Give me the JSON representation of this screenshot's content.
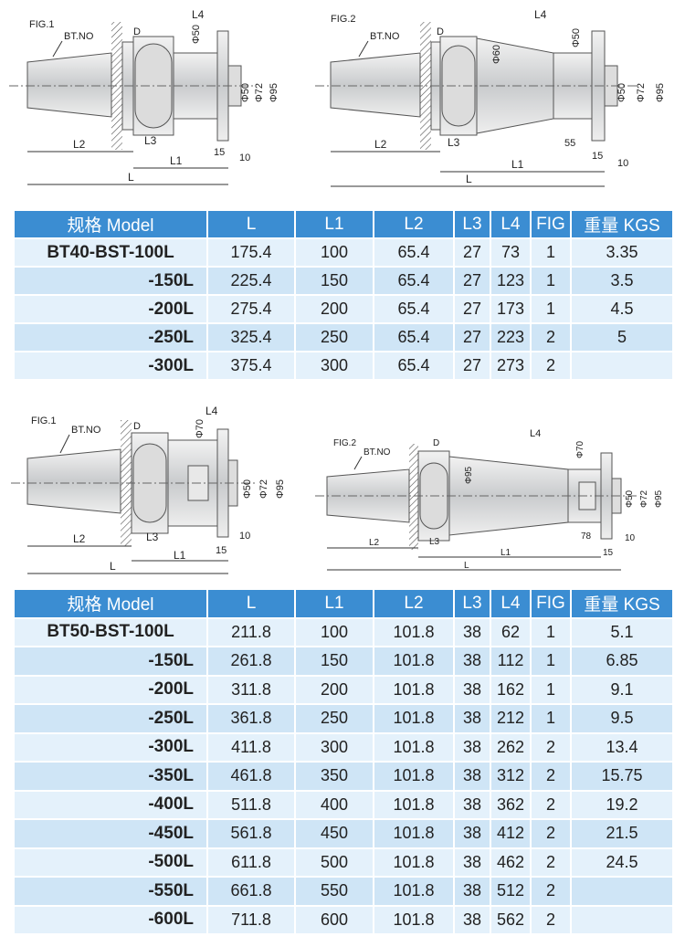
{
  "bt40": {
    "fig1": {
      "fig": "FIG.1",
      "btno": "BT.NO",
      "d": "D",
      "l4": "L4",
      "phi_top": "Φ50",
      "phi_a": "Φ50",
      "phi_b": "Φ72",
      "phi_c": "Φ95",
      "l2": "L2",
      "l3": "L3",
      "l1": "L1",
      "l": "L",
      "d15": "15",
      "d10": "10"
    },
    "fig2": {
      "fig": "FIG.2",
      "btno": "BT.NO",
      "d": "D",
      "l4": "L4",
      "phi_cone": "Φ60",
      "phi_top": "Φ50",
      "phi_a": "Φ50",
      "phi_b": "Φ72",
      "phi_c": "Φ95",
      "l2": "L2",
      "l3": "L3",
      "d55": "55",
      "l1": "L1",
      "l": "L",
      "d15": "15",
      "d10": "10"
    },
    "table": {
      "headers": [
        "规格 Model",
        "L",
        "L1",
        "L2",
        "L3",
        "L4",
        "FIG",
        "重量 KGS"
      ],
      "rows": [
        [
          "BT40-BST-100L",
          "175.4",
          "100",
          "65.4",
          "27",
          "73",
          "1",
          "3.35"
        ],
        [
          "-150L",
          "225.4",
          "150",
          "65.4",
          "27",
          "123",
          "1",
          "3.5"
        ],
        [
          "-200L",
          "275.4",
          "200",
          "65.4",
          "27",
          "173",
          "1",
          "4.5"
        ],
        [
          "-250L",
          "325.4",
          "250",
          "65.4",
          "27",
          "223",
          "2",
          "5"
        ],
        [
          "-300L",
          "375.4",
          "300",
          "65.4",
          "27",
          "273",
          "2",
          ""
        ]
      ]
    }
  },
  "bt50": {
    "fig1": {
      "fig": "FIG.1",
      "btno": "BT.NO",
      "d": "D",
      "l4": "L4",
      "phi_top": "Φ70",
      "phi_a": "Φ50",
      "phi_b": "Φ72",
      "phi_c": "Φ95",
      "l2": "L2",
      "l3": "L3",
      "l1": "L1",
      "l": "L",
      "d15": "15",
      "d10": "10"
    },
    "fig2": {
      "fig": "FIG.2",
      "btno": "BT.NO",
      "d": "D",
      "l4": "L4",
      "phi_flange": "Φ95",
      "phi_top": "Φ70",
      "phi_a": "Φ50",
      "phi_b": "Φ72",
      "phi_c": "Φ95",
      "l2": "L2",
      "l3": "L3",
      "d78": "78",
      "l1": "L1",
      "l": "L",
      "d15": "15",
      "d10": "10"
    },
    "table": {
      "headers": [
        "规格 Model",
        "L",
        "L1",
        "L2",
        "L3",
        "L4",
        "FIG",
        "重量 KGS"
      ],
      "rows": [
        [
          "BT50-BST-100L",
          "211.8",
          "100",
          "101.8",
          "38",
          "62",
          "1",
          "5.1"
        ],
        [
          "-150L",
          "261.8",
          "150",
          "101.8",
          "38",
          "112",
          "1",
          "6.85"
        ],
        [
          "-200L",
          "311.8",
          "200",
          "101.8",
          "38",
          "162",
          "1",
          "9.1"
        ],
        [
          "-250L",
          "361.8",
          "250",
          "101.8",
          "38",
          "212",
          "1",
          "9.5"
        ],
        [
          "-300L",
          "411.8",
          "300",
          "101.8",
          "38",
          "262",
          "2",
          "13.4"
        ],
        [
          "-350L",
          "461.8",
          "350",
          "101.8",
          "38",
          "312",
          "2",
          "15.75"
        ],
        [
          "-400L",
          "511.8",
          "400",
          "101.8",
          "38",
          "362",
          "2",
          "19.2"
        ],
        [
          "-450L",
          "561.8",
          "450",
          "101.8",
          "38",
          "412",
          "2",
          "21.5"
        ],
        [
          "-500L",
          "611.8",
          "500",
          "101.8",
          "38",
          "462",
          "2",
          "24.5"
        ],
        [
          "-550L",
          "661.8",
          "550",
          "101.8",
          "38",
          "512",
          "2",
          ""
        ],
        [
          "-600L",
          "711.8",
          "600",
          "101.8",
          "38",
          "562",
          "2",
          ""
        ]
      ]
    }
  },
  "colors": {
    "header_bg": "#3b8dd2",
    "row_light": "#e4f1fb",
    "row_dark": "#cfe5f6",
    "steel": "#d4d6d8",
    "hatch": "#555555"
  }
}
